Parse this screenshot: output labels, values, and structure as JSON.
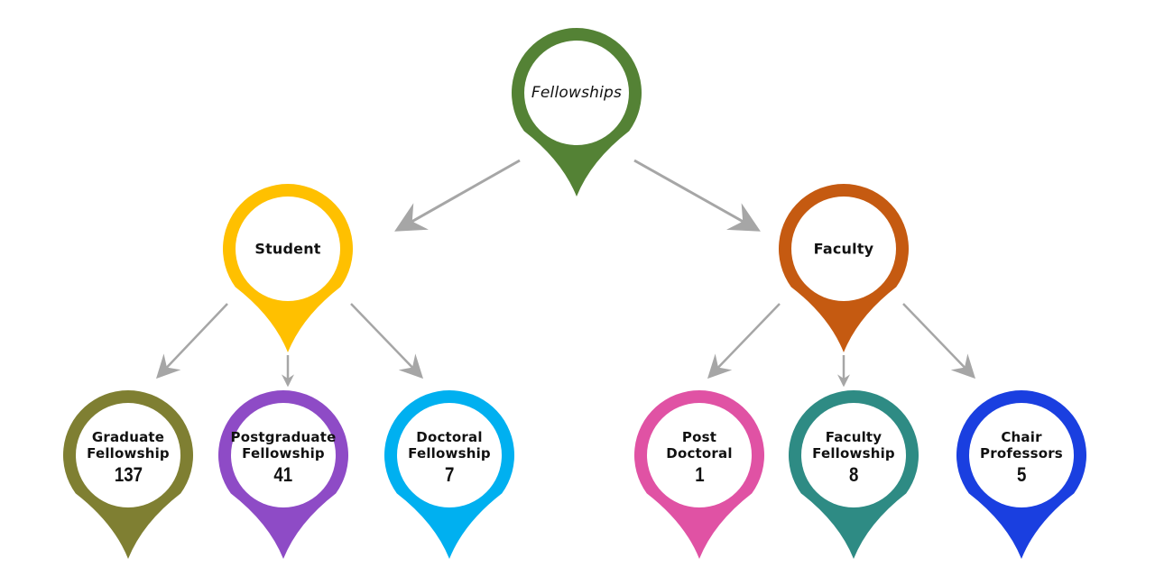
{
  "diagram": {
    "arrow_color": "#A6A6A6",
    "root": {
      "id": "fellowships",
      "title": "Fellowships",
      "color": "#548235",
      "children": [
        "student",
        "faculty"
      ]
    },
    "categories": [
      {
        "id": "student",
        "title": "Student",
        "color": "#FFC000",
        "children": [
          "graduate",
          "postgraduate",
          "doctoral"
        ]
      },
      {
        "id": "faculty",
        "title": "Faculty",
        "color": "#C55A11",
        "children": [
          "post-doctoral",
          "faculty-fellowship",
          "chair-professors"
        ]
      }
    ],
    "leaves": [
      {
        "id": "graduate",
        "title_lines": [
          "Graduate",
          "Fellowship"
        ],
        "count": "137",
        "color": "#7F7F32"
      },
      {
        "id": "postgraduate",
        "title_lines": [
          "Postgraduate",
          "Fellowship"
        ],
        "count": "41",
        "color": "#8E4BC6"
      },
      {
        "id": "doctoral",
        "title_lines": [
          "Doctoral",
          "Fellowship"
        ],
        "count": "7",
        "color": "#00B0F0"
      },
      {
        "id": "post-doctoral",
        "title_lines": [
          "Post",
          "Doctoral"
        ],
        "count": "1",
        "color": "#E052A4"
      },
      {
        "id": "faculty-fellowship",
        "title_lines": [
          "Faculty",
          "Fellowship"
        ],
        "count": "8",
        "color": "#2E8B84"
      },
      {
        "id": "chair-professors",
        "title_lines": [
          "Chair",
          "Professors"
        ],
        "count": "5",
        "color": "#1A3FE0"
      }
    ]
  }
}
